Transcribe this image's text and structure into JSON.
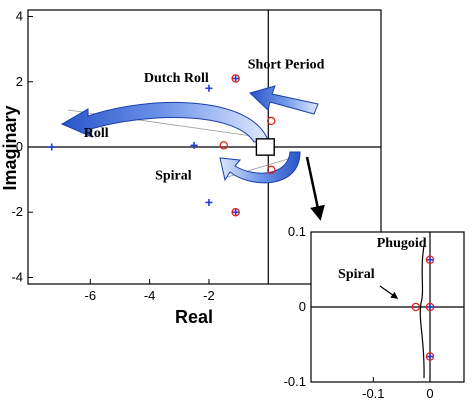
{
  "chart_data": [
    {
      "type": "scatter",
      "xlabel": "Real",
      "ylabel": "Imaginary",
      "xlim": [
        -8.1,
        3.8
      ],
      "ylim": [
        -4.2,
        4.2
      ],
      "xticks": [
        -6,
        -4,
        -2
      ],
      "yticks": [
        4,
        2,
        0,
        -2,
        -4
      ],
      "x_tick_labels": [
        "-6",
        "-4",
        "-2"
      ],
      "y_tick_labels": [
        "4",
        "2",
        "0",
        "-2",
        "-4"
      ],
      "grid": false,
      "series": [
        {
          "marker": "plus",
          "color": "#1f3fd6",
          "points": [
            [
              -7.3,
              0.0
            ],
            [
              -2.5,
              0.05
            ],
            [
              -2.0,
              1.8
            ],
            [
              -2.0,
              -1.7
            ],
            [
              -1.1,
              2.1
            ],
            [
              -1.1,
              -2.0
            ]
          ]
        },
        {
          "marker": "circle",
          "color": "#e02020",
          "points": [
            [
              -1.5,
              0.05
            ],
            [
              -1.1,
              2.1
            ],
            [
              -1.1,
              -2.0
            ],
            [
              0.1,
              0.8
            ],
            [
              0.1,
              -0.7
            ]
          ]
        }
      ],
      "annotations": [
        {
          "text": "Dutch Roll",
          "x": -3.1,
          "y": 2.0
        },
        {
          "text": "Short Period",
          "x": 0.6,
          "y": 2.4
        },
        {
          "text": "Roll",
          "x": -5.8,
          "y": 0.3
        },
        {
          "text": "Spiral",
          "x": -3.2,
          "y": -1.0
        }
      ],
      "zoom_box": {
        "x": [
          -0.4,
          0.2
        ],
        "y": [
          -0.25,
          0.25
        ]
      }
    },
    {
      "type": "scatter",
      "xlim": [
        -0.21,
        0.06
      ],
      "ylim": [
        -0.1,
        0.1
      ],
      "xticks": [
        -0.1,
        0
      ],
      "yticks": [
        0.1,
        0,
        -0.1
      ],
      "x_tick_labels": [
        "-0.1",
        "0"
      ],
      "y_tick_labels": [
        "0.1",
        "0",
        "-0.1"
      ],
      "grid": false,
      "series": [
        {
          "marker": "plus",
          "color": "#1f3fd6",
          "points": [
            [
              0.0,
              0.063
            ],
            [
              0.0,
              -0.066
            ],
            [
              0.0,
              0.0
            ]
          ]
        },
        {
          "marker": "circle",
          "color": "#e02020",
          "points": [
            [
              0.0,
              0.063
            ],
            [
              0.0,
              -0.066
            ],
            [
              0.0,
              0.0
            ],
            [
              -0.025,
              0.0
            ]
          ]
        }
      ],
      "annotations": [
        {
          "text": "Phugoid",
          "x": -0.05,
          "y": 0.08
        },
        {
          "text": "Spiral",
          "x": -0.13,
          "y": 0.039
        }
      ]
    }
  ]
}
